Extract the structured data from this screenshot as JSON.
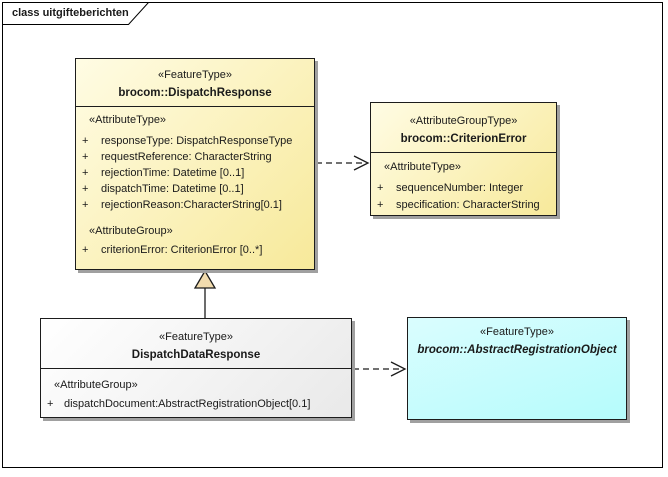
{
  "diagram": {
    "frame_label": "class uitgifteberichten"
  },
  "colors": {
    "box_yellow_light": "#fffce4",
    "box_yellow": "#f7e99a",
    "box_white": "#ffffff",
    "box_gray": "#e9e9e9",
    "box_cyan_light": "#dafdfe",
    "box_cyan": "#b5fcfc",
    "border": "#1c1c1c",
    "shadow": "#a0a0a0",
    "generalization_arrowhead": "#f2dcae"
  },
  "boxes": {
    "dispatch_response": {
      "stereotype": "«FeatureType»",
      "name": "brocom::DispatchResponse",
      "attr_type_label": "«AttributeType»",
      "attributes": [
        {
          "vis": "+",
          "text": "responseType: DispatchResponseType"
        },
        {
          "vis": "+",
          "text": "requestReference: CharacterString"
        },
        {
          "vis": "+",
          "text": "rejectionTime: Datetime [0..1]"
        },
        {
          "vis": "+",
          "text": "dispatchTime: Datetime [0..1]"
        },
        {
          "vis": "+",
          "text": "rejectionReason:CharacterString[0.1]"
        }
      ],
      "attr_group_label": "«AttributeGroup»",
      "group_attributes": [
        {
          "vis": "+",
          "text": "criterionError: CriterionError [0..*]"
        }
      ]
    },
    "criterion_error": {
      "stereotype": "«AttributeGroupType»",
      "name": "brocom::CriterionError",
      "attr_type_label": "«AttributeType»",
      "attributes": [
        {
          "vis": "+",
          "text": "sequenceNumber: Integer"
        },
        {
          "vis": "+",
          "text": "specification: CharacterString"
        }
      ]
    },
    "dispatch_data_response": {
      "stereotype": "«FeatureType»",
      "name": "DispatchDataResponse",
      "attr_group_label": "«AttributeGroup»",
      "group_attributes": [
        {
          "vis": "+",
          "text": "dispatchDocument:AbstractRegistrationObject[0.1]"
        }
      ]
    },
    "abstract_registration_object": {
      "stereotype": "«FeatureType»",
      "name": "brocom::AbstractRegistrationObject"
    }
  },
  "connectors": [
    {
      "type": "dependency",
      "from": "brocom::DispatchResponse",
      "to": "brocom::CriterionError",
      "style": "dashed-open-arrow"
    },
    {
      "type": "generalization",
      "from": "DispatchDataResponse",
      "to": "brocom::DispatchResponse",
      "style": "solid-triangle"
    },
    {
      "type": "dependency",
      "from": "DispatchDataResponse",
      "to": "brocom::AbstractRegistrationObject",
      "style": "dashed-open-arrow"
    }
  ]
}
